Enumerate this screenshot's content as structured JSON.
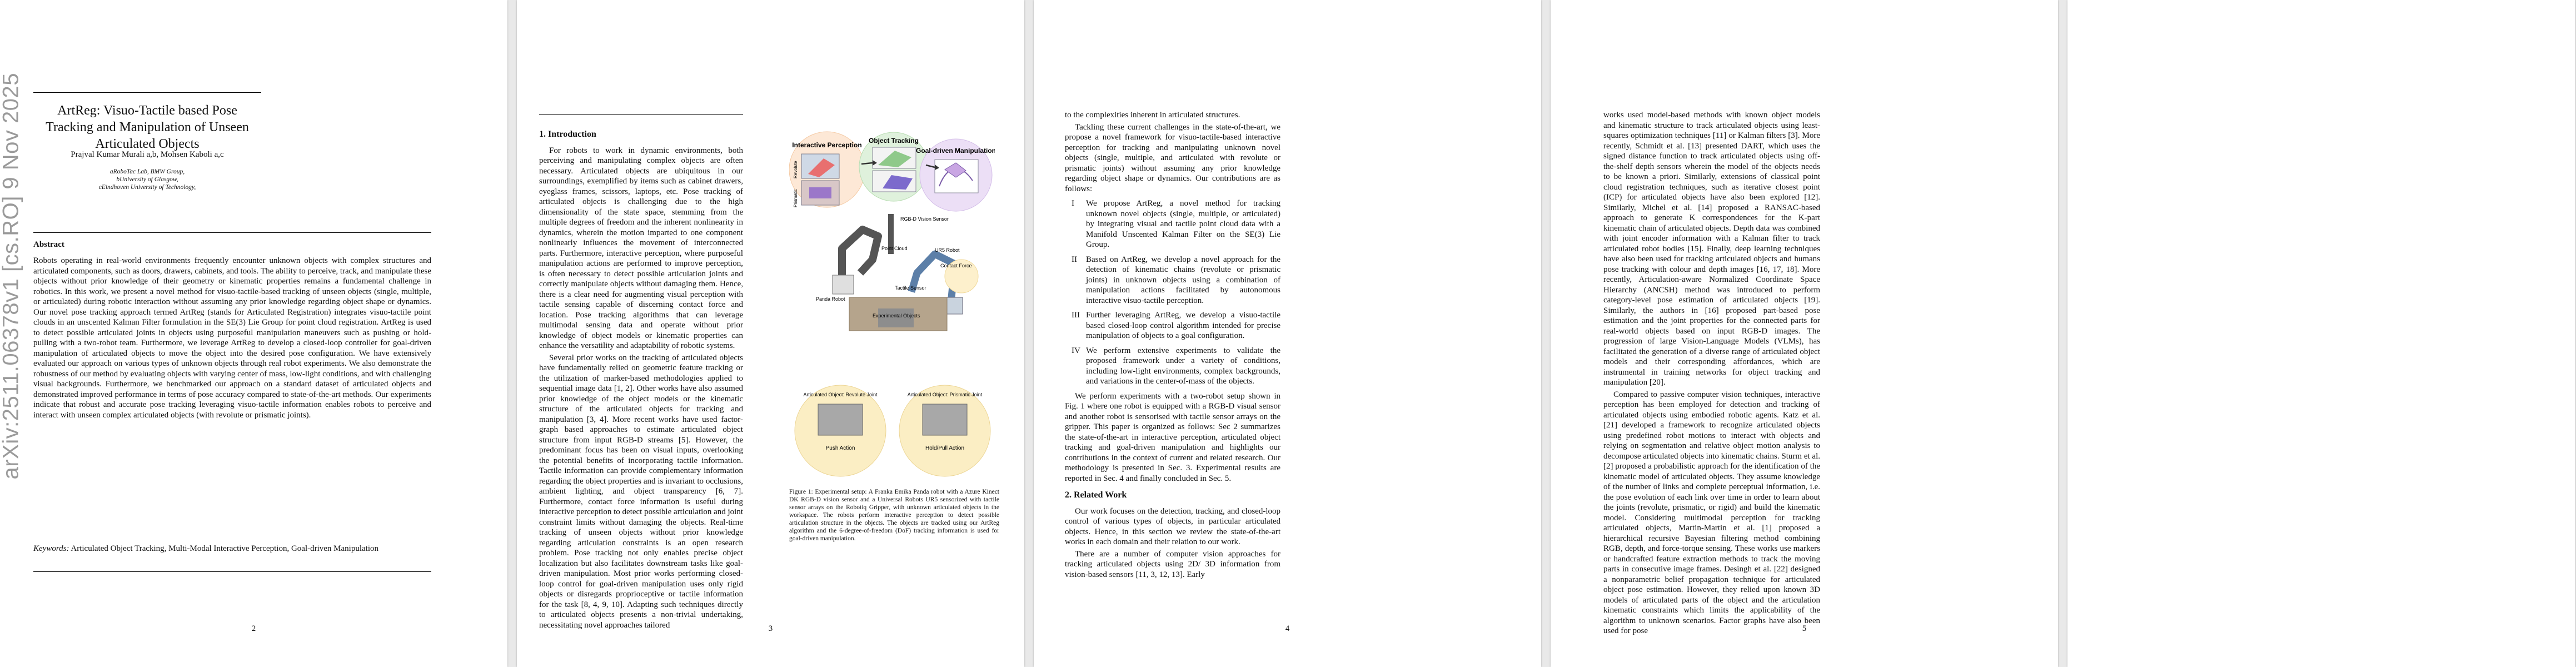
{
  "arxiv_id": "arXiv:2511.06378v1  [cs.RO]  9 Nov 2025",
  "page1": {
    "title": "ArtReg: Visuo-Tactile based Pose Tracking and Manipulation of Unseen Articulated Objects",
    "authors": "Prajval Kumar Murali a,b, Mohsen Kaboli a,c",
    "affiliations": [
      "aRoboTac Lab, BMW Group,",
      "bUniversity of Glasgow,",
      "cEindhoven University of Technology,"
    ],
    "abstract_heading": "Abstract",
    "abstract": "Robots operating in real-world environments frequently encounter unknown objects with complex structures and articulated components, such as doors, drawers, cabinets, and tools. The ability to perceive, track, and manipulate these objects without prior knowledge of their geometry or kinematic properties remains a fundamental challenge in robotics. In this work, we present a novel method for visuo-tactile-based tracking of unseen objects (single, multiple, or articulated) during robotic interaction without assuming any prior knowledge regarding object shape or dynamics. Our novel pose tracking approach termed ArtReg (stands for Articulated Registration) integrates visuo-tactile point clouds in an unscented Kalman Filter formulation in the SE(3) Lie Group for point cloud registration. ArtReg is used to detect possible articulated joints in objects using purposeful manipulation maneuvers such as pushing or hold-pulling with a two-robot team. Furthermore, we leverage ArtReg to develop a closed-loop controller for goal-driven manipulation of articulated objects to move the object into the desired pose configuration. We have extensively evaluated our approach on various types of unknown objects through real robot experiments. We also demonstrate the robustness of our method by evaluating objects with varying center of mass, low-light conditions, and with challenging visual backgrounds. Furthermore, we benchmarked our approach on a standard dataset of articulated objects and demonstrated improved performance in terms of pose accuracy compared to state-of-the-art methods. Our experiments indicate that robust and accurate pose tracking leveraging visuo-tactile information enables robots to perceive and interact with unseen complex articulated objects (with revolute or prismatic joints).",
    "keywords_label": "Keywords:",
    "keywords": "Articulated Object Tracking, Multi-Modal Interactive Perception, Goal-driven Manipulation",
    "page_number": "2"
  },
  "page2": {
    "section_heading": "1. Introduction",
    "paragraphs": [
      "For robots to work in dynamic environments, both perceiving and manipulating complex objects are often necessary. Articulated objects are ubiquitous in our surroundings, exemplified by items such as cabinet drawers, eyeglass frames, scissors, laptops, etc. Pose tracking of articulated objects is challenging due to the high dimensionality of the state space, stemming from the multiple degrees of freedom and the inherent nonlinearity in dynamics, wherein the motion imparted to one component nonlinearly influences the movement of interconnected parts. Furthermore, interactive perception, where purposeful manipulation actions are performed to improve perception, is often necessary to detect possible articulation joints and correctly manipulate objects without damaging them. Hence, there is a clear need for augmenting visual perception with tactile sensing capable of discerning contact force and location. Pose tracking algorithms that can leverage multimodal sensing data and operate without prior knowledge of object models or kinematic properties can enhance the versatility and adaptability of robotic systems.",
      "Several prior works on the tracking of articulated objects have fundamentally relied on geometric feature tracking or the utilization of marker-based methodologies applied to sequential image data [1, 2]. Other works have also assumed prior knowledge of the object models or the kinematic structure of the articulated objects for tracking and manipulation [3, 4]. More recent works have used factor-graph based approaches to estimate articulated object structure from input RGB-D streams [5]. However, the predominant focus has been on visual inputs, overlooking the potential benefits of incorporating tactile information. Tactile information can provide complementary information regarding the object properties and is invariant to occlusions, ambient lighting, and object transparency [6, 7]. Furthermore, contact force information is useful during interactive perception to detect possible articulation and joint constraint limits without damaging the objects. Real-time tracking of unseen objects without prior knowledge regarding articulation constraints is an open research problem. Pose tracking not only enables precise object localization but also facilitates downstream tasks like goal-driven manipulation. Most prior works performing closed-loop control for goal-driven manipulation uses only rigid objects or disregards proprioceptive or tactile information for the task [8, 4, 9, 10]. Adapting such techniques directly to articulated objects presents a non-trivial undertaking, necessitating novel approaches tailored"
    ],
    "page_number": "3"
  },
  "figure": {
    "labels": {
      "interactive_perception": "Interactive Perception",
      "object_tracking": "Object Tracking",
      "goal_driven": "Goal-driven Manipulation",
      "revolute": "Revolute",
      "prismatic": "Prismatic",
      "rgbd_sensor": "RGB-D Vision Sensor",
      "point_cloud": "Point Cloud",
      "ur5_robot": "UR5 Robot",
      "panda_robot": "Panda Robot",
      "contact_force": "Contact Force",
      "tactile_sensor": "Tactile Sensor",
      "experimental_objects": "Experimental Objects",
      "art_revolute": "Articulated Object: Revolute Joint",
      "art_prismatic": "Articulated Object: Prismatic Joint",
      "push_action": "Push Action",
      "hold_pull": "Hold/Pull Action"
    },
    "caption": "Figure 1: Experimental setup: A Franka Emika Panda robot with a Azure Kinect DK RGB-D vision sensor and a Universal Robots UR5 sensorized with tactile sensor arrays on the Robotiq Gripper, with unknown articulated objects in the workspace. The robots perform interactive perception to detect possible articulation structure in the objects. The objects are tracked using our ArtReg algorithm and the 6-degree-of-freedom (DoF) tracking information is used for goal-driven manipulation."
  },
  "page3": {
    "intro_continuation": "to the complexities inherent in articulated structures.",
    "paragraph_challenges": "Tackling these current challenges in the state-of-the-art, we propose a novel framework for visuo-tactile-based interactive perception for tracking and manipulating unknown novel objects (single, multiple, and articulated with revolute or prismatic joints) without assuming any prior knowledge regarding object shape or dynamics. Our contributions are as follows:",
    "contributions": [
      {
        "num": "I",
        "text": "We propose ArtReg, a novel method for tracking unknown novel objects (single, multiple, or articulated) by integrating visual and tactile point cloud data with a Manifold Unscented Kalman Filter on the SE(3) Lie Group."
      },
      {
        "num": "II",
        "text": "Based on ArtReg, we develop a novel approach for the detection of kinematic chains (revolute or prismatic joints) in unknown objects using a combination of manipulation actions facilitated by autonomous interactive visuo-tactile perception."
      },
      {
        "num": "III",
        "text": "Further leveraging ArtReg, we develop a visuo-tactile based closed-loop control algorithm intended for precise manipulation of objects to a goal configuration."
      },
      {
        "num": "IV",
        "text": "We perform extensive experiments to validate the proposed framework under a variety of conditions, including low-light environments, complex backgrounds, and variations in the center-of-mass of the objects."
      }
    ],
    "paragraph_experiments": "We perform experiments with a two-robot setup shown in Fig. 1 where one robot is equipped with a RGB-D visual sensor and another robot is sensorised with tactile sensor arrays on the gripper. This paper is organized as follows: Sec 2 summarizes the state-of-the-art in interactive perception, articulated object tracking and goal-driven manipulation and highlights our contributions in the context of current and related research. Our methodology is presented in Sec. 3. Experimental results are reported in Sec. 4 and finally concluded in Sec. 5.",
    "section_heading": "2. Related Work",
    "paragraph_related": "Our work focuses on the detection, tracking, and closed-loop control of various types of objects, in particular articulated objects. Hence, in this section we review the state-of-the-art works in each domain and their relation to our work.",
    "paragraph_2d3d": "There are a number of computer vision approaches for tracking articulated objects using 2D/ 3D information from vision-based sensors [11, 3, 12, 13]. Early",
    "page_number": "4"
  },
  "page4": {
    "paragraphs": [
      "works used model-based methods with known object models and kinematic structure to track articulated objects using least-squares optimization techniques [11] or Kalman filters [3]. More recently, Schmidt et al. [13] presented DART, which uses the signed distance function to track articulated objects using off-the-shelf depth sensors wherein the model of the objects needs to be known a priori. Similarly, extensions of classical point cloud registration techniques, such as iterative closest point (ICP) for articulated objects have also been explored [12]. Similarly, Michel et al. [14] proposed a RANSAC-based approach to generate K correspondences for the K-part kinematic chain of articulated objects. Depth data was combined with joint encoder information with a Kalman filter to track articulated robot bodies [15]. Finally, deep learning techniques have also been used for tracking articulated objects and humans pose tracking with colour and depth images [16, 17, 18]. More recently, Articulation-aware Normalized Coordinate Space Hierarchy (ANCSH) method was introduced to perform category-level pose estimation of articulated objects [19]. Similarly, the authors in [16] proposed part-based pose estimation and the joint properties for the connected parts for real-world objects based on input RGB-D images. The progression of large Vision-Language Models (VLMs), has facilitated the generation of a diverse range of articulated object models and their corresponding affordances, which are instrumental in training networks for object tracking and manipulation [20].",
      "Compared to passive computer vision techniques, interactive perception has been employed for detection and tracking of articulated objects using embodied robotic agents. Katz et al. [21] developed a framework to recognize articulated objects using predefined robot motions to interact with objects and relying on segmentation and relative object motion analysis to decompose articulated objects into kinematic chains. Sturm et al. [2] proposed a probabilistic approach for the identification of the kinematic model of articulated objects. They assume knowledge of the number of links and complete perceptual information, i.e. the pose evolution of each link over time in order to learn about the joints (revolute, prismatic, or rigid) and build the kinematic model. Considering multimodal perception for tracking articulated objects, Martin-Martin et al. [1] proposed a hierarchical recursive Bayesian filtering method combining RGB, depth, and force-torque sensing. These works use markers or handcrafted feature extraction methods to track the moving parts in consecutive image frames. Desingh et al. [22] designed a nonparametric belief propagation technique for articulated object pose estimation. However, they relied upon known 3D models of articulated parts of the object and the articulation kinematic constraints which limits the applicability of the algorithm to unknown scenarios. Factor graphs have also been used for pose"
    ],
    "page_number": "5"
  }
}
